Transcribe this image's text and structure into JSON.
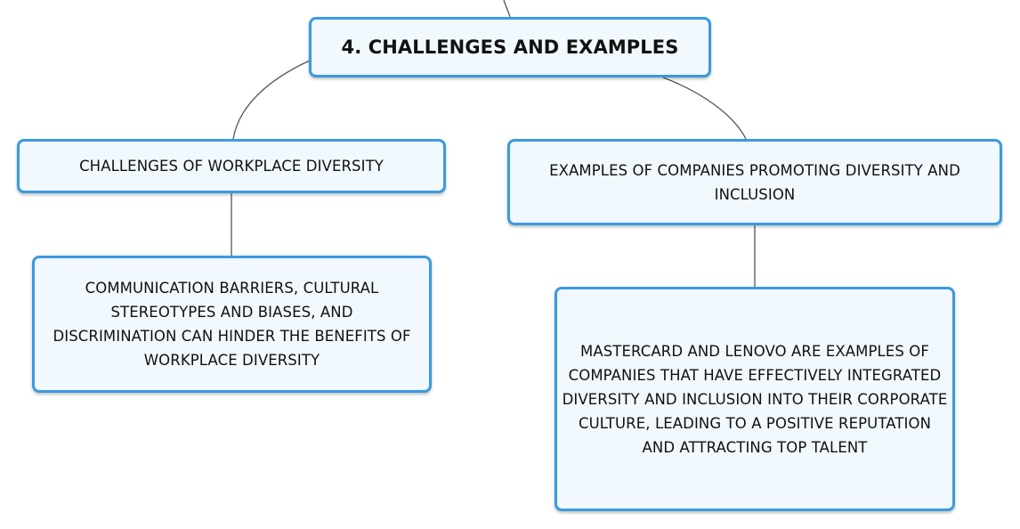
{
  "colors": {
    "node_border": "#3a9ae0",
    "node_fill": "#f1f8fe",
    "connector": "#555555",
    "text": "#111111"
  },
  "root": {
    "label": "4. CHALLENGES AND EXAMPLES"
  },
  "branches": [
    {
      "title": "CHALLENGES OF WORKPLACE DIVERSITY",
      "detail": "COMMUNICATION BARRIERS, CULTURAL STEREOTYPES AND BIASES, AND DISCRIMINATION CAN HINDER THE BENEFITS OF WORKPLACE DIVERSITY"
    },
    {
      "title": "EXAMPLES OF COMPANIES PROMOTING DIVERSITY AND INCLUSION",
      "detail": "MASTERCARD AND LENOVO ARE EXAMPLES OF COMPANIES THAT HAVE EFFECTIVELY INTEGRATED DIVERSITY AND INCLUSION INTO THEIR CORPORATE CULTURE, LEADING TO A POSITIVE REPUTATION AND ATTRACTING TOP TALENT"
    }
  ]
}
